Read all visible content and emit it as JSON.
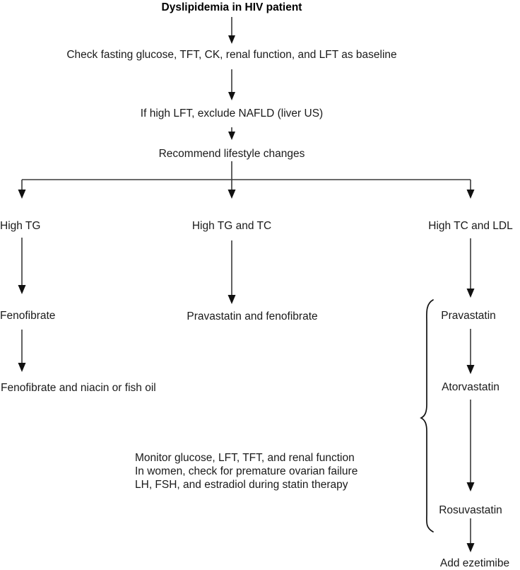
{
  "diagram": {
    "title": "Dyslipidemia in HIV patient",
    "type": "flowchart",
    "background": "#ffffff",
    "line_color": "#3a3a3a",
    "text_color": "#1a1a1a",
    "trunk": [
      {
        "id": "baseline",
        "label": "Check fasting glucose, TFT, CK, renal function, and LFT as baseline"
      },
      {
        "id": "nafld",
        "label": "If high LFT, exclude NAFLD (liver US)"
      },
      {
        "id": "lifestyle",
        "label": "Recommend lifestyle changes"
      }
    ],
    "branches": {
      "left": {
        "header": "High TG",
        "steps": [
          {
            "id": "fenofibrate",
            "label": "Fenofibrate"
          },
          {
            "id": "fenofibrate-niacin",
            "label": "Fenofibrate and niacin or fish oil"
          }
        ]
      },
      "center": {
        "header": "High TG and TC",
        "steps": [
          {
            "id": "prava-feno",
            "label": "Pravastatin and fenofibrate"
          }
        ]
      },
      "right": {
        "header": "High TC and LDL",
        "steps": [
          {
            "id": "pravastatin",
            "label": "Pravastatin"
          },
          {
            "id": "atorvastatin",
            "label": "Atorvastatin"
          },
          {
            "id": "rosuvastatin",
            "label": "Rosuvastatin"
          },
          {
            "id": "ezetimibe",
            "label": "Add ezetimibe"
          }
        ]
      }
    },
    "note": {
      "id": "monitoring-note",
      "lines": [
        "Monitor glucose, LFT, TFT, and renal function",
        "In women, check for premature ovarian failure",
        "LH, FSH, and estradiol during statin therapy"
      ],
      "text": "Monitor glucose, LFT, TFT, and renal function\nIn women, check for premature ovarian failure\nLH, FSH, and estradiol during statin therapy"
    }
  }
}
